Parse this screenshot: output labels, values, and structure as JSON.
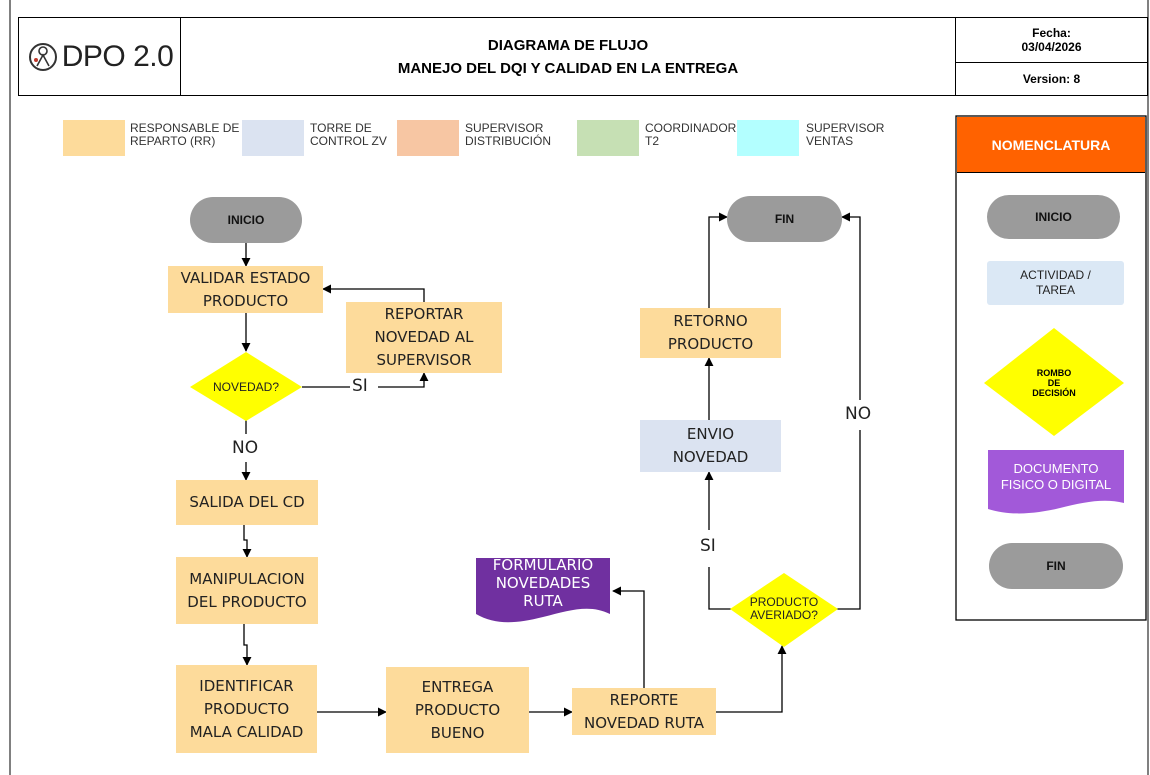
{
  "header": {
    "logo_text": "DPO 2.0",
    "title_line1": "DIAGRAMA DE FLUJO",
    "title_line2": "MANEJO DEL DQI Y CALIDAD EN LA ENTREGA",
    "fecha_label": "Fecha:",
    "fecha_value": "03/04/2026",
    "version": "Version: 8"
  },
  "legend": [
    {
      "line1": "RESPONSABLE DE",
      "line2": "REPARTO (RR)",
      "color": "#fddb9b"
    },
    {
      "line1": "TORRE DE",
      "line2": "CONTROL ZV",
      "color": "#dbe3f1"
    },
    {
      "line1": "SUPERVISOR",
      "line2": "DISTRIBUCIÓN",
      "color": "#f7c6a3"
    },
    {
      "line1": "COORDINADOR",
      "line2": "T2",
      "color": "#c6e0b4"
    },
    {
      "line1": "SUPERVISOR",
      "line2": "VENTAS",
      "color": "#b3ffff"
    }
  ],
  "flow": {
    "inicio": "INICIO",
    "fin": "FIN",
    "validar": [
      "VALIDAR ESTADO",
      "PRODUCTO"
    ],
    "reportar": [
      "REPORTAR",
      "NOVEDAD AL",
      "SUPERVISOR"
    ],
    "novedad_q": "NOVEDAD?",
    "si_1": "SI",
    "no_1": "NO",
    "salida": "SALIDA DEL CD",
    "manipulacion": [
      "MANIPULACION",
      "DEL PRODUCTO"
    ],
    "identificar": [
      "IDENTIFICAR",
      "PRODUCTO",
      "MALA CALIDAD"
    ],
    "entrega": [
      "ENTREGA",
      "PRODUCTO",
      "BUENO"
    ],
    "reporte": [
      "REPORTE",
      "NOVEDAD RUTA"
    ],
    "formulario": [
      "FORMULARIO",
      "NOVEDADES",
      "RUTA"
    ],
    "averiado_q": [
      "PRODUCTO",
      "AVERIADO?"
    ],
    "si_2": "SI",
    "no_2": "NO",
    "envio": [
      "ENVIO",
      "NOVEDAD"
    ],
    "retorno": [
      "RETORNO",
      "PRODUCTO"
    ]
  },
  "nomenclature": {
    "title": "NOMENCLATURA",
    "inicio": "INICIO",
    "actividad": [
      "ACTIVIDAD /",
      "TAREA"
    ],
    "rombo": [
      "ROMBO",
      "DE",
      "DECISIÓN"
    ],
    "documento": [
      "DOCUMENTO",
      "FISICO O DIGITAL"
    ],
    "fin": "FIN"
  },
  "colors": {
    "process": "#fddb9b",
    "control": "#dbe3f1",
    "terminal": "#9b9b9b",
    "decision": "#ffff00",
    "document": "#7030a0",
    "accent": "#ff6200"
  }
}
